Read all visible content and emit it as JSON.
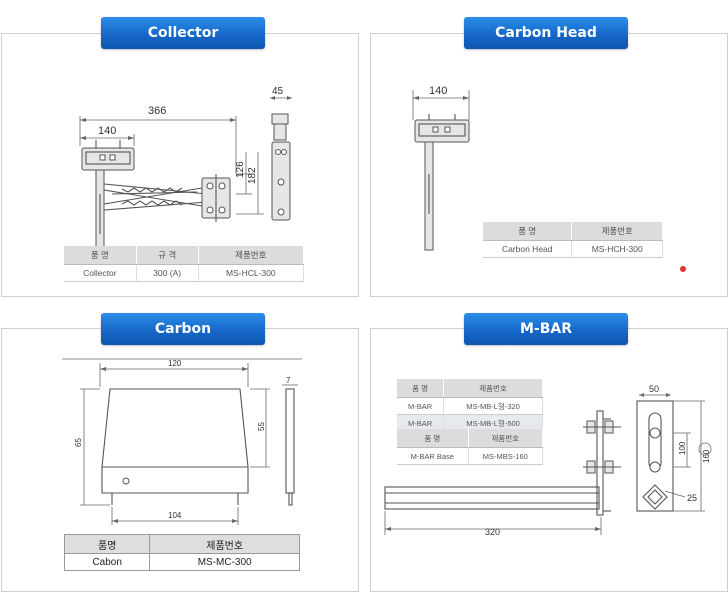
{
  "panels": {
    "collector": {
      "title": "Collector",
      "dims": {
        "overall": "366",
        "head": "140",
        "side": "45",
        "h1": "126",
        "h2": "182"
      },
      "table": {
        "headers": [
          "품 명",
          "규 격",
          "제품번호"
        ],
        "rows": [
          [
            "Collector",
            "300 (A)",
            "MS-HCL-300"
          ]
        ]
      }
    },
    "carbon_head": {
      "title": "Carbon Head",
      "dims": {
        "head": "140"
      },
      "table": {
        "headers": [
          "품 명",
          "제품번호"
        ],
        "rows": [
          [
            "Carbon Head",
            "MS-HCH-300"
          ]
        ]
      }
    },
    "carbon": {
      "title": "Carbon",
      "dims": {
        "top": "120",
        "thick": "7",
        "height": "65",
        "inner_h": "55",
        "bottom": "104"
      },
      "table": {
        "headers": [
          "품명",
          "제품번호"
        ],
        "rows": [
          [
            "Cabon",
            "MS-MC-300"
          ]
        ]
      }
    },
    "mbar": {
      "title": "M-BAR",
      "dims": {
        "width": "50",
        "spacing": "100",
        "height": "160",
        "diamond": "25",
        "length": "320"
      },
      "table1": {
        "headers": [
          "품 명",
          "제품번호"
        ],
        "rows": [
          [
            "M-BAR",
            "MS-MB-L형-320"
          ],
          [
            "M-BAR",
            "MS-MB-L형-500"
          ]
        ]
      },
      "table2": {
        "headers": [
          "품 명",
          "제품번호"
        ],
        "rows": [
          [
            "M-BAR Base",
            "MS-MBS-160"
          ]
        ]
      }
    }
  }
}
